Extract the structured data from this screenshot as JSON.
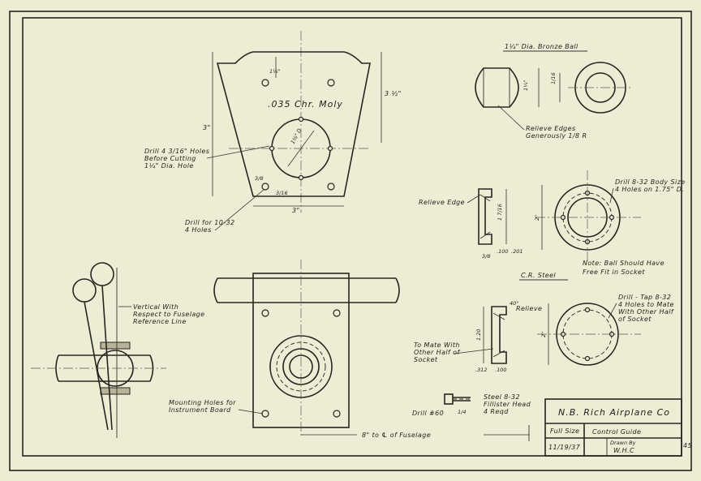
{
  "part_label": ".035 Chr. Moly",
  "bronze_ball_title": "1¼\" Dia. Bronze Ball",
  "notes": {
    "drill_4_holes": [
      "Drill 4 3/16\" Holes",
      "Before Cutting",
      "1¼\" Dia. Hole"
    ],
    "drill_10_32": [
      "Drill for 10-32",
      "4 Holes"
    ],
    "relieve_edges": [
      "Relieve Edges",
      "Generously 1/8 R"
    ],
    "relieve_edge": "Relieve Edge",
    "drill_8_32_body": [
      "Drill 8-32 Body Size",
      "4 Holes on 1.75\" D."
    ],
    "cr_steel": "C.R. Steel",
    "ball_fit_note": [
      "Note: Ball Should Have",
      "Free Fit in Socket"
    ],
    "drill_tap": [
      "Drill - Tap 8-32",
      "4 Holes to Mate",
      "With Other Half",
      "of Socket"
    ],
    "relieve": "Relieve",
    "to_mate": [
      "To Mate With",
      "Other Half of",
      "Socket"
    ],
    "vertical": [
      "Vertical With",
      "Respect to Fuselage",
      "Reference Line"
    ],
    "mounting_holes": [
      "Mounting Holes for",
      "Instrument Board"
    ],
    "steel_fillister": [
      "Steel 8-32",
      "Fillister Head",
      "4 Reqd"
    ],
    "drill_60": "Drill #60",
    "fuselage_dim": "8\" to ℄ of Fuselage"
  },
  "dimensions": {
    "top_width": "1¼\"",
    "body_height": "3\"",
    "right_height": "3 ½\"",
    "hole_dia": "1⅛\" D",
    "bottom_width": "3\"",
    "offset_a": "3/8",
    "offset_b": "3/16",
    "ball_dia": "1¼\"",
    "ball_flat": "1/16",
    "socket_height": "1 7/16",
    "socket_depth": ".100",
    "socket_depth_b": ".201",
    "socket_base": "3/8",
    "ring_dia": "2\"",
    "mate_height": "1.20",
    "mate_flange": ".100",
    "mate_base": ".312",
    "mate_dia": "2\"",
    "screw_len": "1/4",
    "chamfer": "40°"
  },
  "title_block": {
    "company": "N.B. Rich Airplane Co",
    "scale": "Full Size",
    "title": "Control Guide",
    "date": "11/19/37",
    "drawn_by_label": "Drawn By",
    "drawn_by": "W.H.C",
    "sheet_number": "45"
  },
  "colors": {
    "paper": "#efecd6",
    "ink": "#262620"
  }
}
